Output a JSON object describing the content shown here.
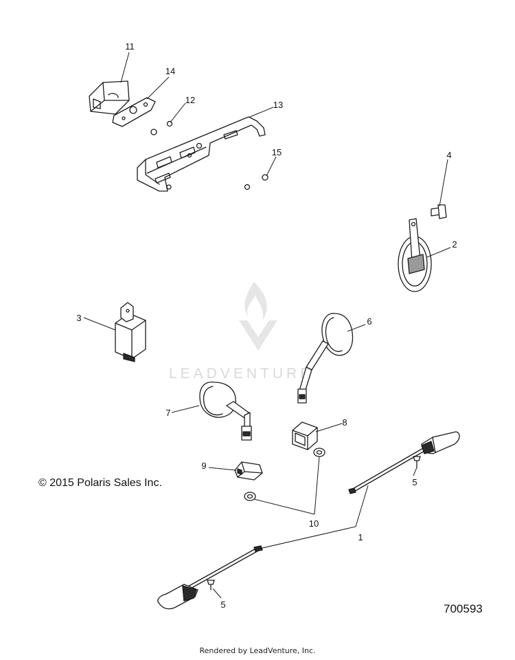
{
  "watermark": {
    "text": "LEADVENTURE"
  },
  "copyright": "© 2015 Polaris Sales Inc.",
  "figure_number": "700593",
  "footer": "Rendered by LeadVenture, Inc.",
  "callouts": [
    "1",
    "2",
    "3",
    "4",
    "5",
    "5",
    "6",
    "7",
    "8",
    "9",
    "10",
    "11",
    "12",
    "13",
    "14",
    "15"
  ]
}
